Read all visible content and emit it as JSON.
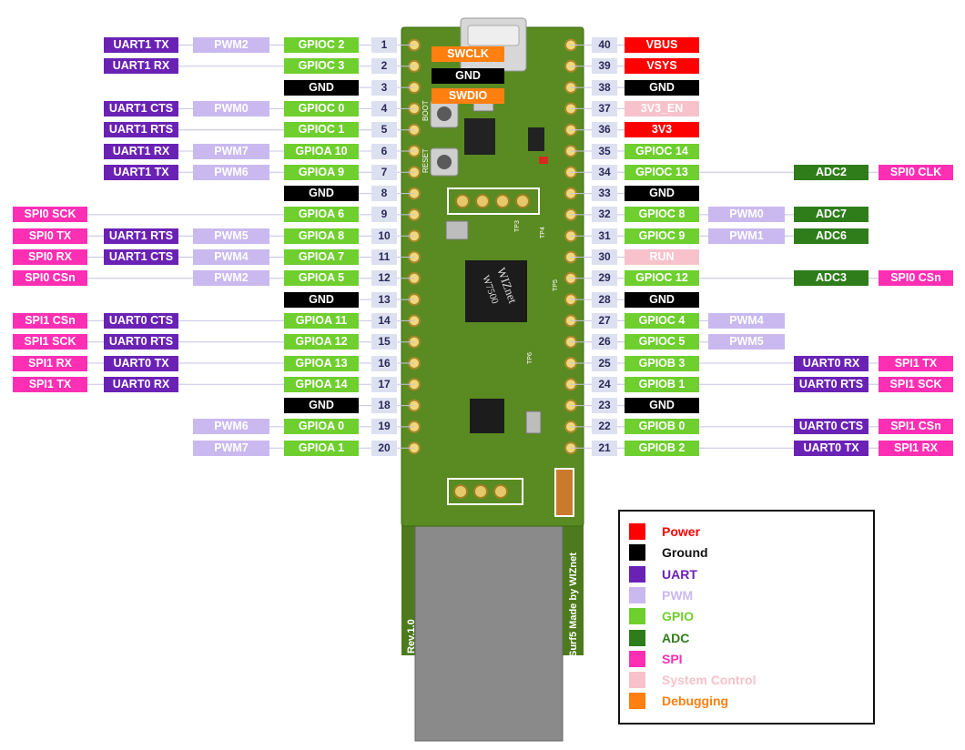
{
  "colors": {
    "Power": "#ff0000",
    "Ground": "#000000",
    "UART": "#6a22b5",
    "PWM": "#c9b9ef",
    "GPIO": "#6fcf2e",
    "ADC": "#2e7d1a",
    "SPI": "#ff2fb4",
    "System Control": "#f7c2cb",
    "Debugging": "#ff7f0f"
  },
  "board": {
    "chip_brand": "WIZnet",
    "chip_model": "W7500",
    "rev": "Rev.1.0",
    "maker": "Surf5 Made by WIZnet",
    "boot_label": "BOOT",
    "reset_label": "RESET",
    "tp3": "TP3",
    "tp4": "TP4",
    "tp5": "TP5",
    "tp6": "TP6"
  },
  "debug_labels": [
    {
      "text": "SWCLK",
      "type": "Debugging"
    },
    {
      "text": "GND",
      "type": "Ground"
    },
    {
      "text": "SWDIO",
      "type": "Debugging"
    }
  ],
  "left_pins": [
    {
      "num": "1",
      "labels": [
        {
          "text": "GPIOC 2",
          "type": "GPIO"
        },
        {
          "text": "PWM2",
          "type": "PWM"
        },
        {
          "text": "UART1 TX",
          "type": "UART"
        }
      ]
    },
    {
      "num": "2",
      "labels": [
        {
          "text": "GPIOC 3",
          "type": "GPIO"
        },
        null,
        {
          "text": "UART1 RX",
          "type": "UART"
        }
      ]
    },
    {
      "num": "3",
      "labels": [
        {
          "text": "GND",
          "type": "Ground"
        }
      ]
    },
    {
      "num": "4",
      "labels": [
        {
          "text": "GPIOC 0",
          "type": "GPIO"
        },
        {
          "text": "PWM0",
          "type": "PWM"
        },
        {
          "text": "UART1 CTS",
          "type": "UART"
        }
      ]
    },
    {
      "num": "5",
      "labels": [
        {
          "text": "GPIOC 1",
          "type": "GPIO"
        },
        null,
        {
          "text": "UART1 RTS",
          "type": "UART"
        }
      ]
    },
    {
      "num": "6",
      "labels": [
        {
          "text": "GPIOA 10",
          "type": "GPIO"
        },
        {
          "text": "PWM7",
          "type": "PWM"
        },
        {
          "text": "UART1 RX",
          "type": "UART"
        }
      ]
    },
    {
      "num": "7",
      "labels": [
        {
          "text": "GPIOA 9",
          "type": "GPIO"
        },
        {
          "text": "PWM6",
          "type": "PWM"
        },
        {
          "text": "UART1 TX",
          "type": "UART"
        }
      ]
    },
    {
      "num": "8",
      "labels": [
        {
          "text": "GND",
          "type": "Ground"
        }
      ]
    },
    {
      "num": "9",
      "labels": [
        {
          "text": "GPIOA 6",
          "type": "GPIO"
        },
        null,
        null,
        {
          "text": "SPI0 SCK",
          "type": "SPI"
        }
      ]
    },
    {
      "num": "10",
      "labels": [
        {
          "text": "GPIOA 8",
          "type": "GPIO"
        },
        {
          "text": "PWM5",
          "type": "PWM"
        },
        {
          "text": "UART1 RTS",
          "type": "UART"
        },
        {
          "text": "SPI0 TX",
          "type": "SPI"
        }
      ]
    },
    {
      "num": "11",
      "labels": [
        {
          "text": "GPIOA 7",
          "type": "GPIO"
        },
        {
          "text": "PWM4",
          "type": "PWM"
        },
        {
          "text": "UART1 CTS",
          "type": "UART"
        },
        {
          "text": "SPI0 RX",
          "type": "SPI"
        }
      ]
    },
    {
      "num": "12",
      "labels": [
        {
          "text": "GPIOA 5",
          "type": "GPIO"
        },
        {
          "text": "PWM2",
          "type": "PWM"
        },
        null,
        {
          "text": "SPI0 CSn",
          "type": "SPI"
        }
      ]
    },
    {
      "num": "13",
      "labels": [
        {
          "text": "GND",
          "type": "Ground"
        }
      ]
    },
    {
      "num": "14",
      "labels": [
        {
          "text": "GPIOA 11",
          "type": "GPIO"
        },
        null,
        {
          "text": "UART0 CTS",
          "type": "UART"
        },
        {
          "text": "SPI1 CSn",
          "type": "SPI"
        }
      ]
    },
    {
      "num": "15",
      "labels": [
        {
          "text": "GPIOA 12",
          "type": "GPIO"
        },
        null,
        {
          "text": "UART0 RTS",
          "type": "UART"
        },
        {
          "text": "SPI1 SCK",
          "type": "SPI"
        }
      ]
    },
    {
      "num": "16",
      "labels": [
        {
          "text": "GPIOA 13",
          "type": "GPIO"
        },
        null,
        {
          "text": "UART0 TX",
          "type": "UART"
        },
        {
          "text": "SPI1 RX",
          "type": "SPI"
        }
      ]
    },
    {
      "num": "17",
      "labels": [
        {
          "text": "GPIOA 14",
          "type": "GPIO"
        },
        null,
        {
          "text": "UART0 RX",
          "type": "UART"
        },
        {
          "text": "SPI1 TX",
          "type": "SPI"
        }
      ]
    },
    {
      "num": "18",
      "labels": [
        {
          "text": "GND",
          "type": "Ground"
        }
      ]
    },
    {
      "num": "19",
      "labels": [
        {
          "text": "GPIOA 0",
          "type": "GPIO"
        },
        {
          "text": "PWM6",
          "type": "PWM"
        }
      ]
    },
    {
      "num": "20",
      "labels": [
        {
          "text": "GPIOA 1",
          "type": "GPIO"
        },
        {
          "text": "PWM7",
          "type": "PWM"
        }
      ]
    }
  ],
  "right_pins": [
    {
      "num": "40",
      "labels": [
        {
          "text": "VBUS",
          "type": "Power"
        }
      ]
    },
    {
      "num": "39",
      "labels": [
        {
          "text": "VSYS",
          "type": "Power"
        }
      ]
    },
    {
      "num": "38",
      "labels": [
        {
          "text": "GND",
          "type": "Ground"
        }
      ]
    },
    {
      "num": "37",
      "labels": [
        {
          "text": "3V3_EN",
          "type": "System Control"
        }
      ]
    },
    {
      "num": "36",
      "labels": [
        {
          "text": "3V3",
          "type": "Power"
        }
      ]
    },
    {
      "num": "35",
      "labels": [
        {
          "text": "GPIOC 14",
          "type": "GPIO"
        }
      ]
    },
    {
      "num": "34",
      "labels": [
        {
          "text": "GPIOC 13",
          "type": "GPIO"
        },
        null,
        {
          "text": "ADC2",
          "type": "ADC"
        },
        {
          "text": "SPI0 CLK",
          "type": "SPI"
        }
      ]
    },
    {
      "num": "33",
      "labels": [
        {
          "text": "GND",
          "type": "Ground"
        }
      ]
    },
    {
      "num": "32",
      "labels": [
        {
          "text": "GPIOC 8",
          "type": "GPIO"
        },
        {
          "text": "PWM0",
          "type": "PWM"
        },
        {
          "text": "ADC7",
          "type": "ADC"
        }
      ]
    },
    {
      "num": "31",
      "labels": [
        {
          "text": "GPIOC 9",
          "type": "GPIO"
        },
        {
          "text": "PWM1",
          "type": "PWM"
        },
        {
          "text": "ADC6",
          "type": "ADC"
        }
      ]
    },
    {
      "num": "30",
      "labels": [
        {
          "text": "RUN",
          "type": "System Control"
        }
      ]
    },
    {
      "num": "29",
      "labels": [
        {
          "text": "GPIOC 12",
          "type": "GPIO"
        },
        null,
        {
          "text": "ADC3",
          "type": "ADC"
        },
        {
          "text": "SPI0 CSn",
          "type": "SPI"
        }
      ]
    },
    {
      "num": "28",
      "labels": [
        {
          "text": "GND",
          "type": "Ground"
        }
      ]
    },
    {
      "num": "27",
      "labels": [
        {
          "text": "GPIOC 4",
          "type": "GPIO"
        },
        {
          "text": "PWM4",
          "type": "PWM"
        }
      ]
    },
    {
      "num": "26",
      "labels": [
        {
          "text": "GPIOC 5",
          "type": "GPIO"
        },
        {
          "text": "PWM5",
          "type": "PWM"
        }
      ]
    },
    {
      "num": "25",
      "labels": [
        {
          "text": "GPIOB 3",
          "type": "GPIO"
        },
        null,
        {
          "text": "UART0 RX",
          "type": "UART"
        },
        {
          "text": "SPI1 TX",
          "type": "SPI"
        }
      ]
    },
    {
      "num": "24",
      "labels": [
        {
          "text": "GPIOB 1",
          "type": "GPIO"
        },
        null,
        {
          "text": "UART0 RTS",
          "type": "UART"
        },
        {
          "text": "SPI1 SCK",
          "type": "SPI"
        }
      ]
    },
    {
      "num": "23",
      "labels": [
        {
          "text": "GND",
          "type": "Ground"
        }
      ]
    },
    {
      "num": "22",
      "labels": [
        {
          "text": "GPIOB 0",
          "type": "GPIO"
        },
        null,
        {
          "text": "UART0 CTS",
          "type": "UART"
        },
        {
          "text": "SPI1 CSn",
          "type": "SPI"
        }
      ]
    },
    {
      "num": "21",
      "labels": [
        {
          "text": "GPIOB 2",
          "type": "GPIO"
        },
        null,
        {
          "text": "UART0 TX",
          "type": "UART"
        },
        {
          "text": "SPI1 RX",
          "type": "SPI"
        }
      ]
    }
  ],
  "legend": [
    {
      "label": "Power",
      "type": "Power"
    },
    {
      "label": "Ground",
      "type": "Ground"
    },
    {
      "label": "UART",
      "type": "UART"
    },
    {
      "label": "PWM",
      "type": "PWM"
    },
    {
      "label": "GPIO",
      "type": "GPIO"
    },
    {
      "label": "ADC",
      "type": "ADC"
    },
    {
      "label": "SPI",
      "type": "SPI"
    },
    {
      "label": "System Control",
      "type": "System Control"
    },
    {
      "label": "Debugging",
      "type": "Debugging"
    }
  ]
}
